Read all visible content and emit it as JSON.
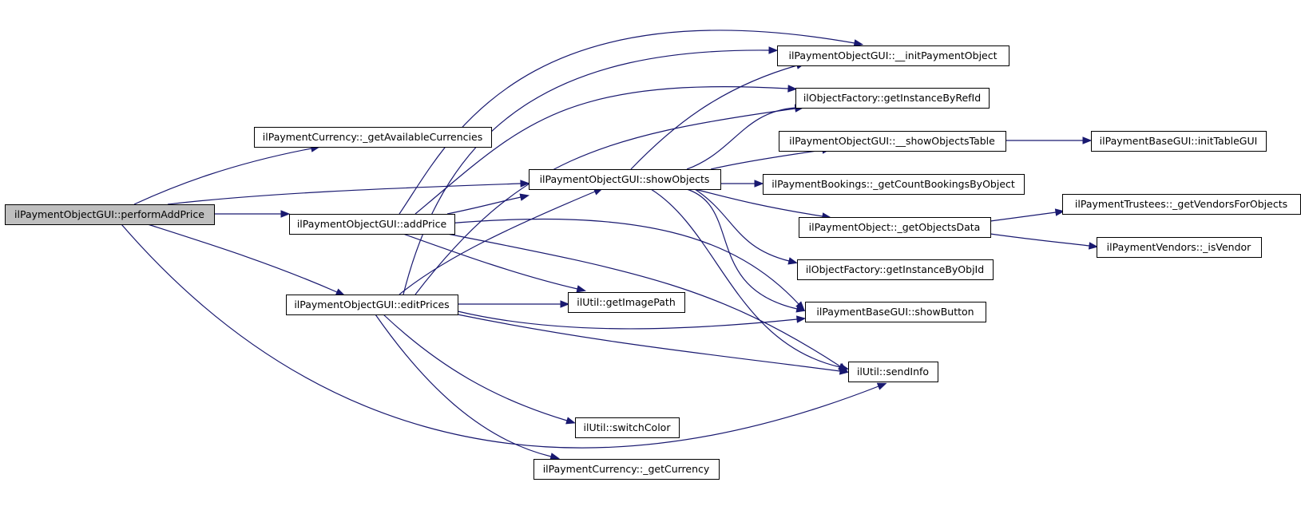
{
  "diagram": {
    "type": "call-graph",
    "edge_color": "#191970",
    "root_fill": "#bfbfbf",
    "nodes": [
      {
        "id": "performAddPrice",
        "label": "ilPaymentObjectGUI::performAddPrice",
        "root": true
      },
      {
        "id": "getAvailableCurrencies",
        "label": "ilPaymentCurrency::_getAvailableCurrencies"
      },
      {
        "id": "addPrice",
        "label": "ilPaymentObjectGUI::addPrice"
      },
      {
        "id": "editPrices",
        "label": "ilPaymentObjectGUI::editPrices"
      },
      {
        "id": "initPaymentObject",
        "label": "ilPaymentObjectGUI::__initPaymentObject"
      },
      {
        "id": "getInstanceByRefId",
        "label": "ilObjectFactory::getInstanceByRefId"
      },
      {
        "id": "showObjects",
        "label": "ilPaymentObjectGUI::showObjects"
      },
      {
        "id": "showObjectsTable",
        "label": "ilPaymentObjectGUI::__showObjectsTable"
      },
      {
        "id": "getCountBookings",
        "label": "ilPaymentBookings::_getCountBookingsByObject"
      },
      {
        "id": "getObjectsData",
        "label": "ilPaymentObject::_getObjectsData"
      },
      {
        "id": "getInstanceByObjId",
        "label": "ilObjectFactory::getInstanceByObjId"
      },
      {
        "id": "getImagePath",
        "label": "ilUtil::getImagePath"
      },
      {
        "id": "showButton",
        "label": "ilPaymentBaseGUI::showButton"
      },
      {
        "id": "sendInfo",
        "label": "ilUtil::sendInfo"
      },
      {
        "id": "switchColor",
        "label": "ilUtil::switchColor"
      },
      {
        "id": "getCurrency",
        "label": "ilPaymentCurrency::_getCurrency"
      },
      {
        "id": "initTableGUI",
        "label": "ilPaymentBaseGUI::initTableGUI"
      },
      {
        "id": "getVendorsForObjects",
        "label": "ilPaymentTrustees::_getVendorsForObjects"
      },
      {
        "id": "isVendor",
        "label": "ilPaymentVendors::_isVendor"
      }
    ],
    "edges": [
      {
        "from": "performAddPrice",
        "to": "getAvailableCurrencies"
      },
      {
        "from": "performAddPrice",
        "to": "showObjects"
      },
      {
        "from": "performAddPrice",
        "to": "addPrice"
      },
      {
        "from": "performAddPrice",
        "to": "editPrices"
      },
      {
        "from": "performAddPrice",
        "to": "sendInfo"
      },
      {
        "from": "addPrice",
        "to": "initPaymentObject"
      },
      {
        "from": "addPrice",
        "to": "getInstanceByRefId"
      },
      {
        "from": "addPrice",
        "to": "showObjects"
      },
      {
        "from": "addPrice",
        "to": "getImagePath"
      },
      {
        "from": "addPrice",
        "to": "showButton"
      },
      {
        "from": "addPrice",
        "to": "sendInfo"
      },
      {
        "from": "editPrices",
        "to": "initPaymentObject"
      },
      {
        "from": "editPrices",
        "to": "getInstanceByRefId"
      },
      {
        "from": "editPrices",
        "to": "showObjects"
      },
      {
        "from": "editPrices",
        "to": "getImagePath"
      },
      {
        "from": "editPrices",
        "to": "showButton"
      },
      {
        "from": "editPrices",
        "to": "sendInfo"
      },
      {
        "from": "editPrices",
        "to": "switchColor"
      },
      {
        "from": "editPrices",
        "to": "getCurrency"
      },
      {
        "from": "showObjects",
        "to": "initPaymentObject"
      },
      {
        "from": "showObjects",
        "to": "getInstanceByRefId"
      },
      {
        "from": "showObjects",
        "to": "showObjectsTable"
      },
      {
        "from": "showObjects",
        "to": "getCountBookings"
      },
      {
        "from": "showObjects",
        "to": "getObjectsData"
      },
      {
        "from": "showObjects",
        "to": "getInstanceByObjId"
      },
      {
        "from": "showObjects",
        "to": "showButton"
      },
      {
        "from": "showObjects",
        "to": "sendInfo"
      },
      {
        "from": "showObjectsTable",
        "to": "initTableGUI"
      },
      {
        "from": "getObjectsData",
        "to": "getVendorsForObjects"
      },
      {
        "from": "getObjectsData",
        "to": "isVendor"
      }
    ]
  }
}
